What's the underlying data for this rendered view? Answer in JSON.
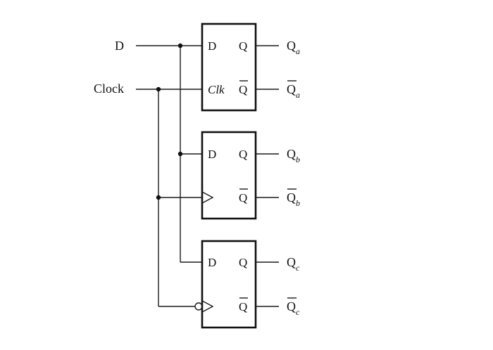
{
  "inputs": {
    "d": "D",
    "clock": "Clock"
  },
  "flipflops": [
    {
      "pins": {
        "d": "D",
        "q": "Q",
        "qbar": "Q",
        "clk": "Clk"
      },
      "outputs": {
        "q_main": "Q",
        "q_sub": "a",
        "qbar_main": "Q",
        "qbar_sub": "a"
      }
    },
    {
      "pins": {
        "d": "D",
        "q": "Q",
        "qbar": "Q"
      },
      "outputs": {
        "q_main": "Q",
        "q_sub": "b",
        "qbar_main": "Q",
        "qbar_sub": "b"
      }
    },
    {
      "pins": {
        "d": "D",
        "q": "Q",
        "qbar": "Q"
      },
      "outputs": {
        "q_main": "Q",
        "q_sub": "c",
        "qbar_main": "Q",
        "qbar_sub": "c"
      }
    }
  ]
}
